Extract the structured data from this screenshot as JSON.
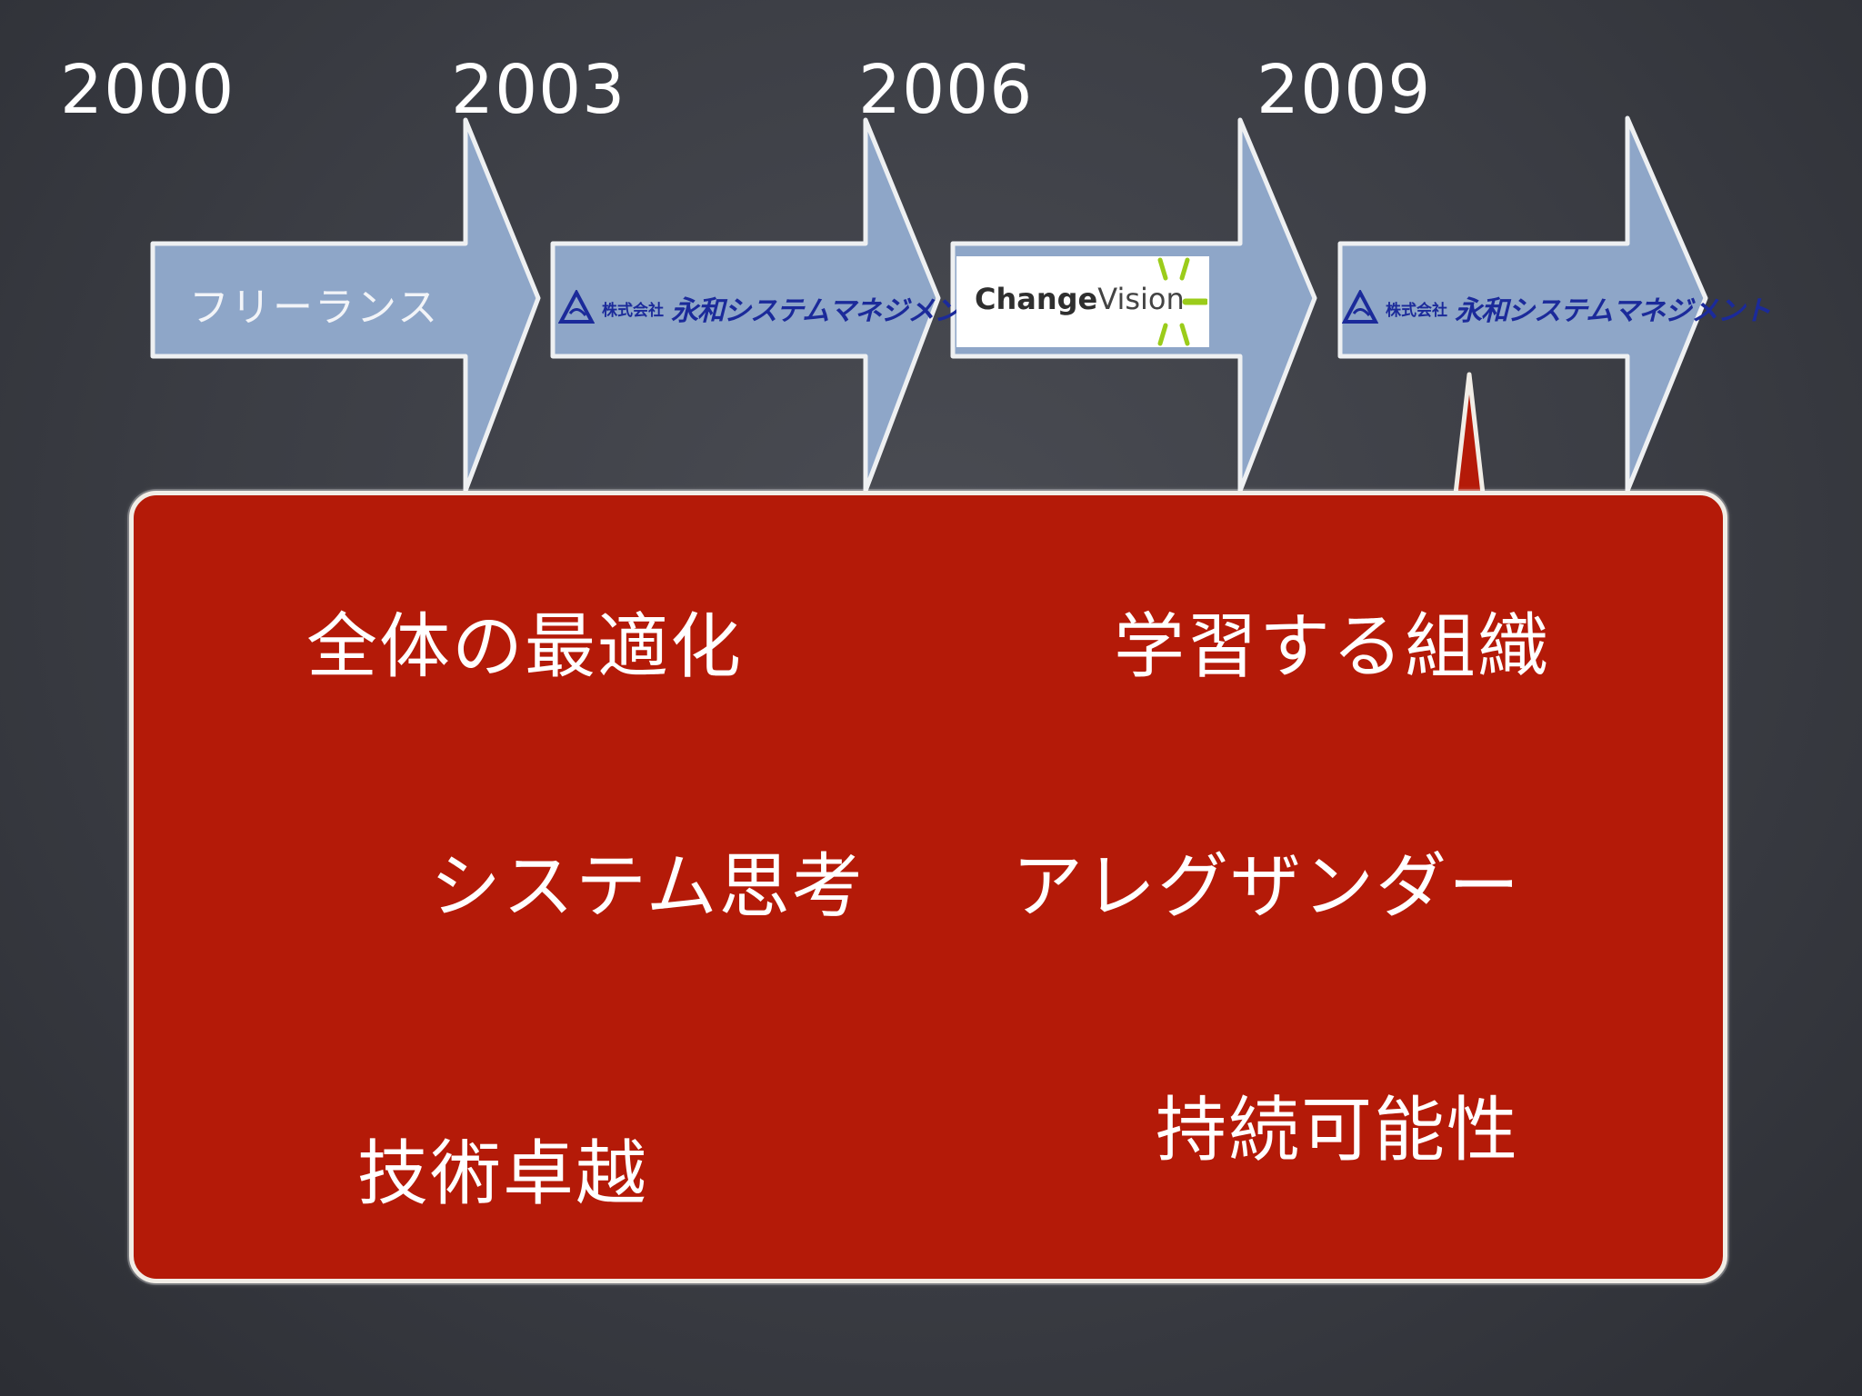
{
  "timeline": {
    "years": [
      "2000",
      "2003",
      "2006",
      "2009"
    ],
    "stages": [
      {
        "type": "text",
        "label": "フリーランス"
      },
      {
        "type": "logo",
        "icon": "eiwa-system-logo",
        "small_text": "株式会社",
        "name": "永和システムマネジメント"
      },
      {
        "type": "logo",
        "icon": "changevision-logo",
        "name_bold": "Change",
        "name_light": "Vision"
      },
      {
        "type": "logo",
        "icon": "eiwa-system-logo",
        "small_text": "株式会社",
        "name": "永和システムマネジメント"
      }
    ]
  },
  "panel": {
    "concepts": [
      "全体の最適化",
      "学習する組織",
      "システム思考",
      "アレグザンダー",
      "技術卓越",
      "持続可能性"
    ]
  },
  "colors": {
    "background": "#3b3d44",
    "arrow_fill": "#8ea6c8",
    "panel_fill": "#b41a08",
    "chalk": "#f1ede6",
    "logo_blue": "#1b2a9a",
    "logo_green": "#9bcc1a"
  }
}
